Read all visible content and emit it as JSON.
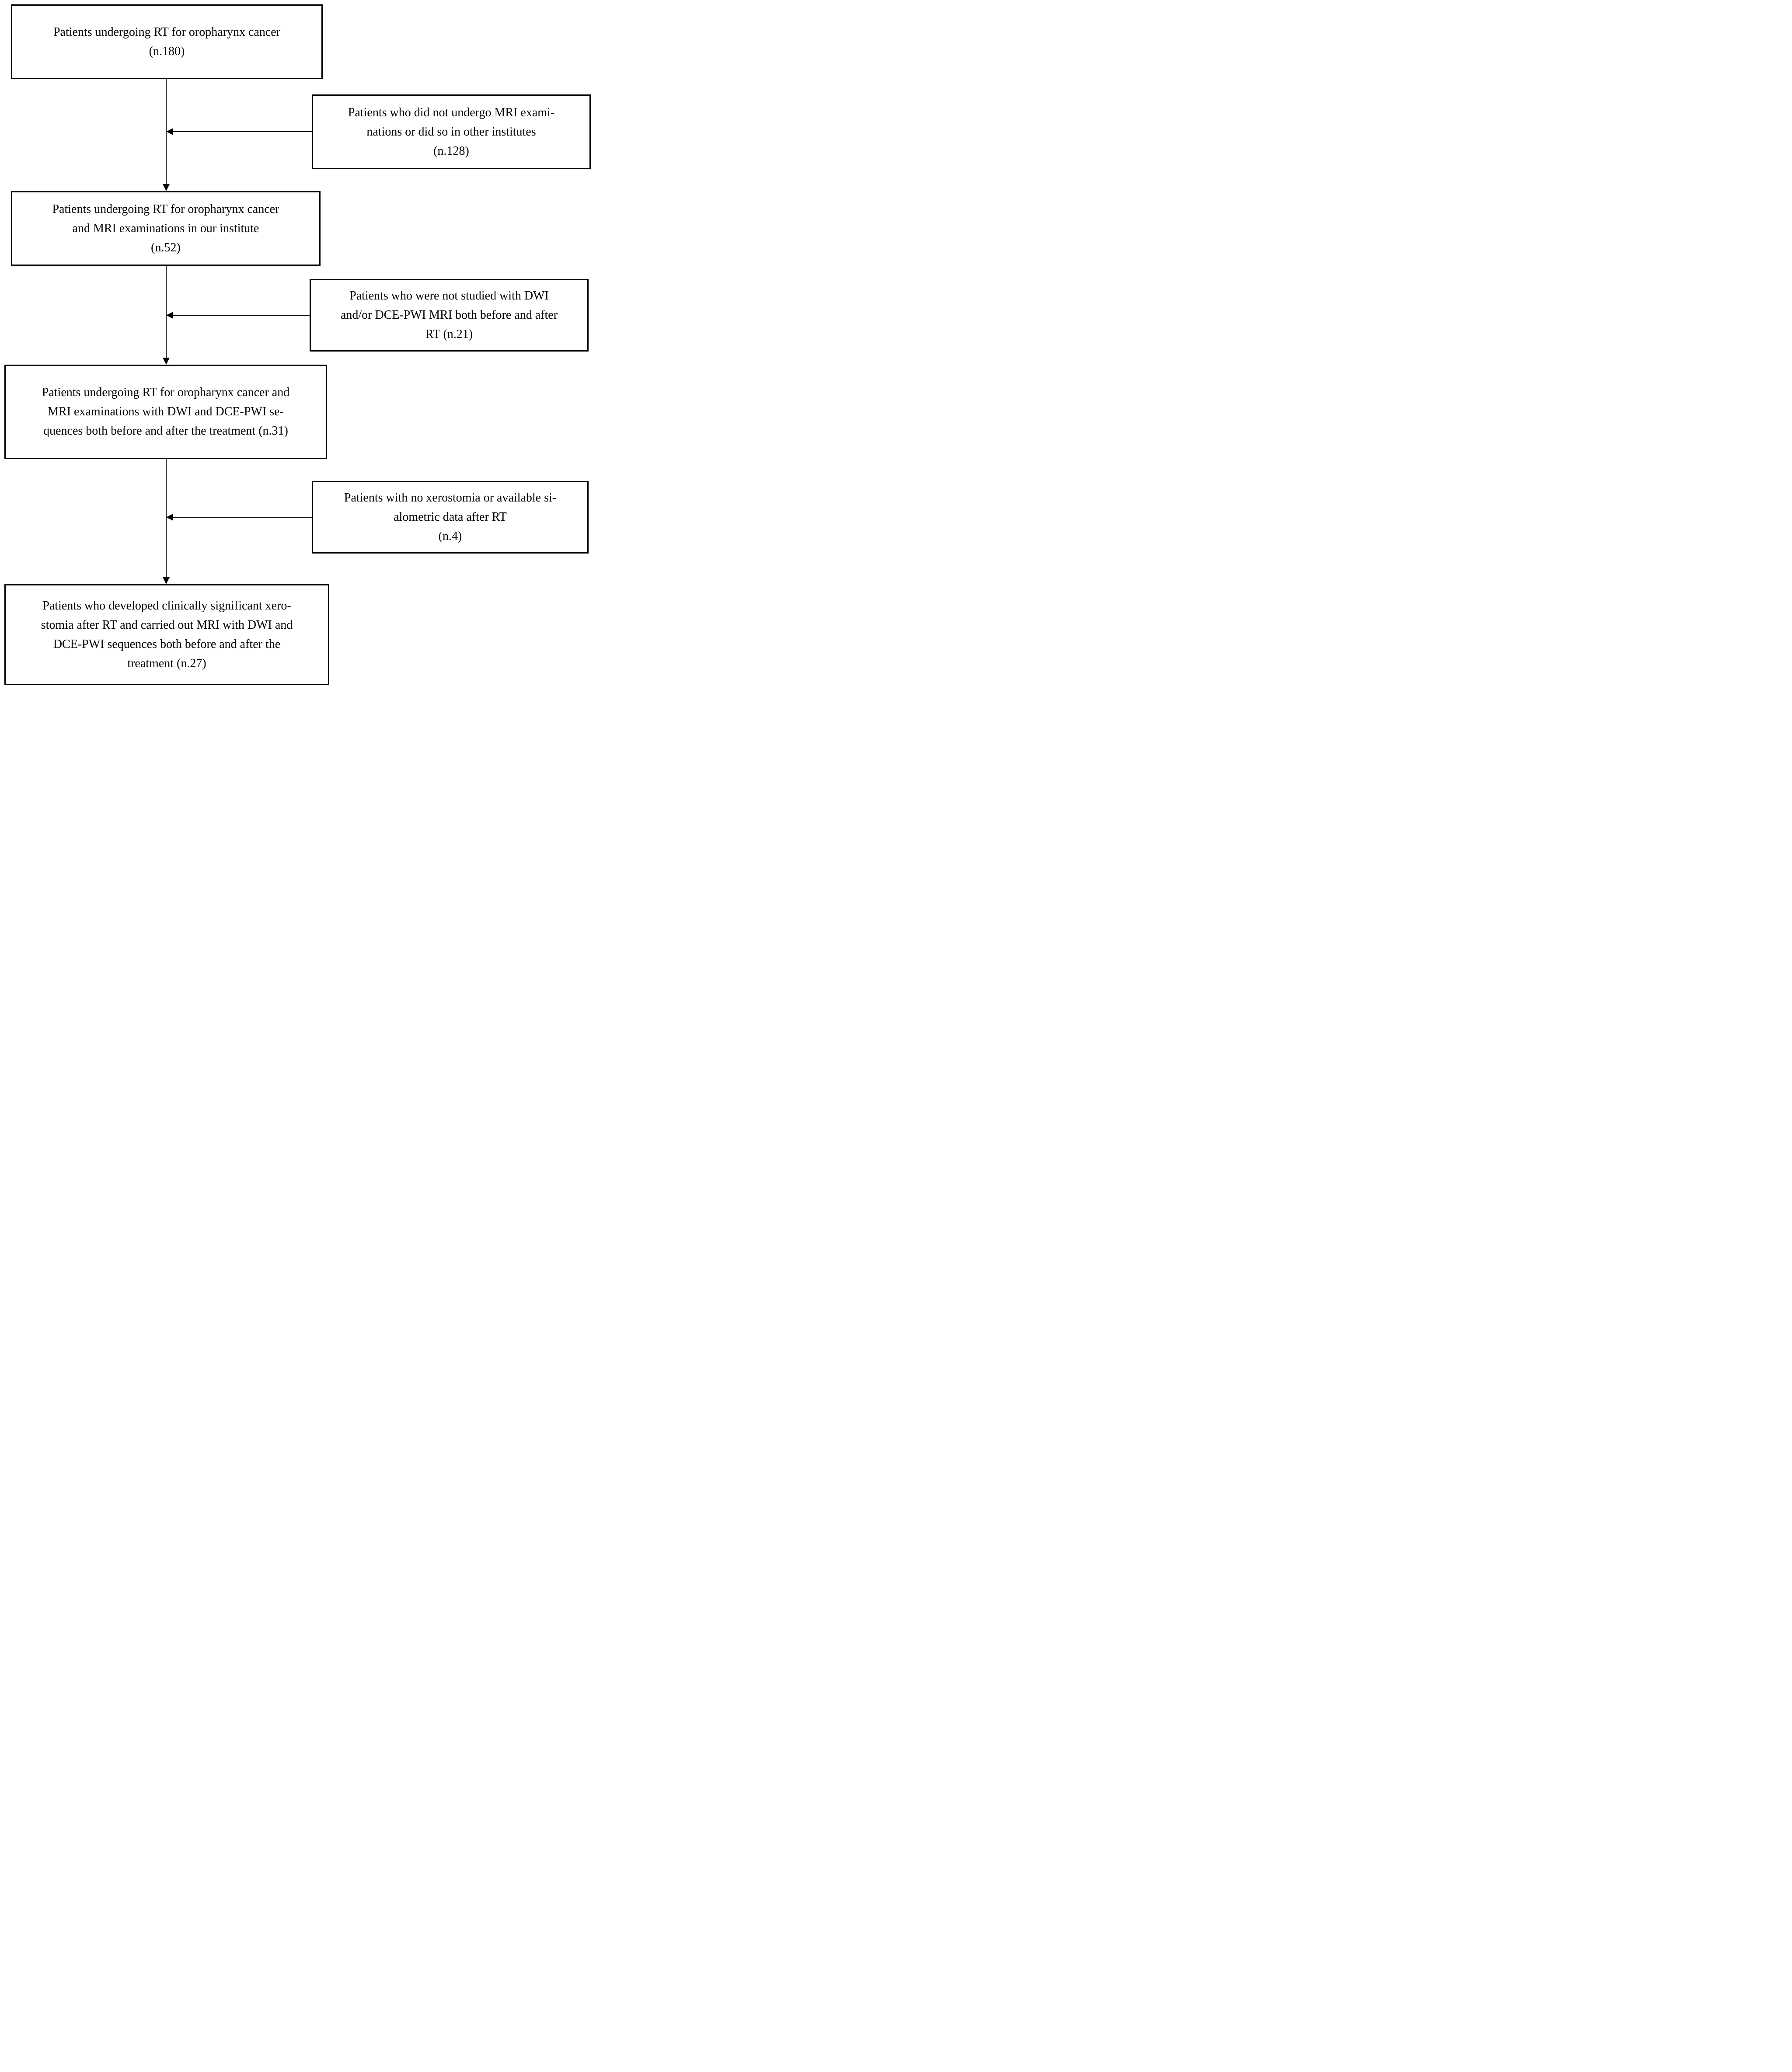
{
  "colors": {
    "line": "#000000",
    "background": "#ffffff",
    "text": "#000000"
  },
  "flowchart": {
    "boxes": [
      {
        "name": "rt-oropharynx-patients",
        "text": "Patients undergoing RT for oropharynx cancer\n(n.180)"
      },
      {
        "name": "excluded-no-mri",
        "text": "Patients who did not undergo MRI exami-\nnations or did so in other institutes\n(n.128)"
      },
      {
        "name": "rt-mri-institute-patients",
        "text": "Patients undergoing RT for oropharynx cancer\nand MRI examinations in our institute\n(n.52)"
      },
      {
        "name": "excluded-no-dwi-dce-pwi",
        "text": "Patients who were not studied with DWI\nand/or DCE-PWI MRI both before and after\nRT (n.21)"
      },
      {
        "name": "dwi-dce-pwi-patients",
        "text": "Patients undergoing RT for oropharynx cancer and\nMRI examinations with DWI and DCE-PWI se-\nquences both before and after the treatment (n.31)"
      },
      {
        "name": "excluded-no-xerostomia",
        "text": "Patients with no xerostomia or available si-\nalometric data after RT\n(n.4)"
      },
      {
        "name": "final-xerostomia-cohort",
        "text": "Patients who developed clinically significant xero-\nstomia after RT and carried out MRI with DWI and\nDCE-PWI sequences both before and after the\ntreatment (n.27)"
      }
    ]
  }
}
